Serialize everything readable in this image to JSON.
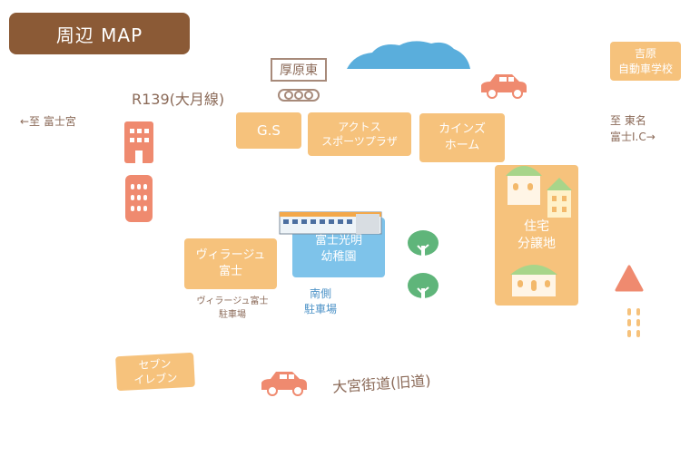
{
  "title": "周辺 MAP",
  "station": "厚原東",
  "route_label": "R139(大月線)",
  "direction_west": "←至 富士宮",
  "direction_east": "至 東名\n富士I.C→",
  "road_label": "大宮街道(旧道)",
  "places": {
    "gs": "G.S",
    "actus": "アクトス\nスポーツプラザ",
    "cainz": "カインズ\nホーム",
    "school": "吉原\n自動車学校",
    "housing": "住宅\n分譲地",
    "kindergarten": "富士光明\n幼稚園",
    "village": "ヴィラージュ\n富士",
    "seven": "セブン\nイレブン"
  },
  "parking_village": "ヴィラージュ富士\n駐車場",
  "parking_south": "南側\n駐車場",
  "colors": {
    "title_bg": "#8b5a36",
    "block_orange": "#f6c27c",
    "block_blue": "#7ec3ea",
    "building_red": "#ef8a6f",
    "tree_green": "#5fb57a",
    "mountain_blue": "#5aaedc",
    "car": "#ef8a6f"
  }
}
